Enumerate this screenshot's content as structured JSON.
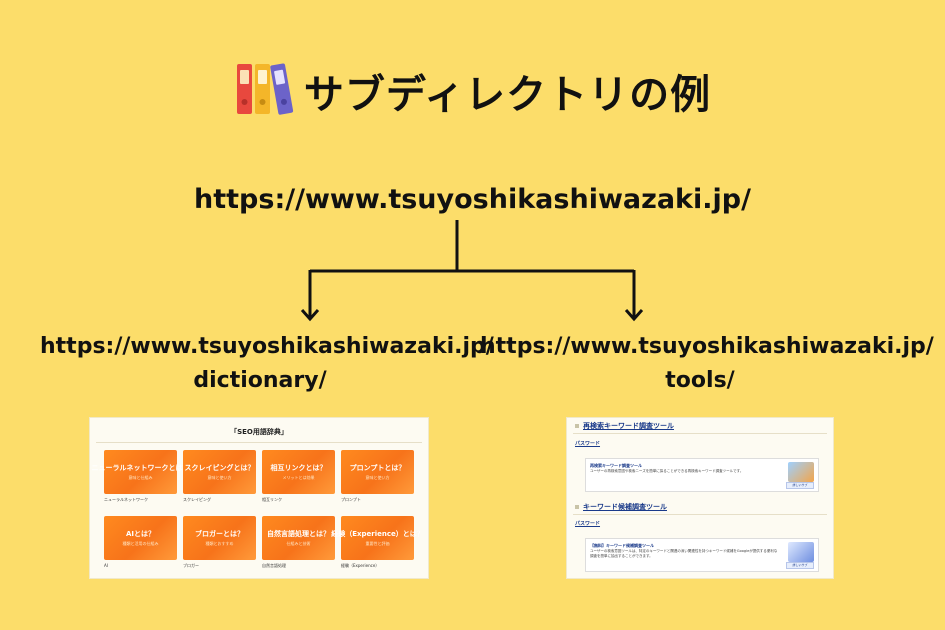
{
  "title": {
    "icon": "binders-icon",
    "text": "サブディレクトリの例"
  },
  "urls": {
    "root": "https://www.tsuyoshikashiwazaki.jp/",
    "left": {
      "line1": "https://www.tsuyoshikashiwazaki.jp/",
      "line2": "dictionary/"
    },
    "right": {
      "line1": "https://www.tsuyoshikashiwazaki.jp/",
      "line2": "tools/"
    }
  },
  "dictionary_screenshot": {
    "heading": "「SEO用語辞典」",
    "cards": [
      {
        "title": "ニューラルネットワークとは？",
        "sub": "意味と仕組み",
        "label": "ニューラルネットワーク"
      },
      {
        "title": "スクレイピングとは？",
        "sub": "意味と使い方",
        "label": "スクレイピング"
      },
      {
        "title": "相互リンクとは？",
        "sub": "メリットとは効果",
        "label": "相互リンク"
      },
      {
        "title": "プロンプトとは？",
        "sub": "意味と使い方",
        "label": "プロンプト"
      },
      {
        "title": "AIとは？",
        "sub": "種類と活用の仕組み",
        "label": "AI"
      },
      {
        "title": "ブロガーとは？",
        "sub": "種類とおすすめ",
        "label": "ブロガー"
      },
      {
        "title": "自然言語処理とは？",
        "sub": "仕組みと技術",
        "label": "自然言語処理"
      },
      {
        "title": "経験（Experience）とは？",
        "sub": "重要性と評価",
        "label": "経験（Experience）"
      }
    ]
  },
  "tools_screenshot": {
    "sections": [
      {
        "heading": "再検索キーワード調査ツール",
        "password_label": "パスワード",
        "card_title": "再検索キーワード調査ツール",
        "card_desc": "ユーザーの再検索意図や検索ニーズを簡単に探ることができる再検索キーワード調査ツールです。",
        "button": "詳しいサブ"
      },
      {
        "heading": "キーワード候補調査ツール",
        "password_label": "パスワード",
        "card_title": "【無料】キーワード候補調査ツール",
        "card_desc": "ユーザーの検索意図ツールは、特定のキーワードと関連の深い関連性を持つキーワード候補をGoogleが提供する便利な調査を簡単に抽出することができます。",
        "button": "詳しいサブ"
      }
    ]
  },
  "colors": {
    "background": "#fcdd6a",
    "card_orange": "#f7731a",
    "link_blue": "#1a3a8a"
  }
}
